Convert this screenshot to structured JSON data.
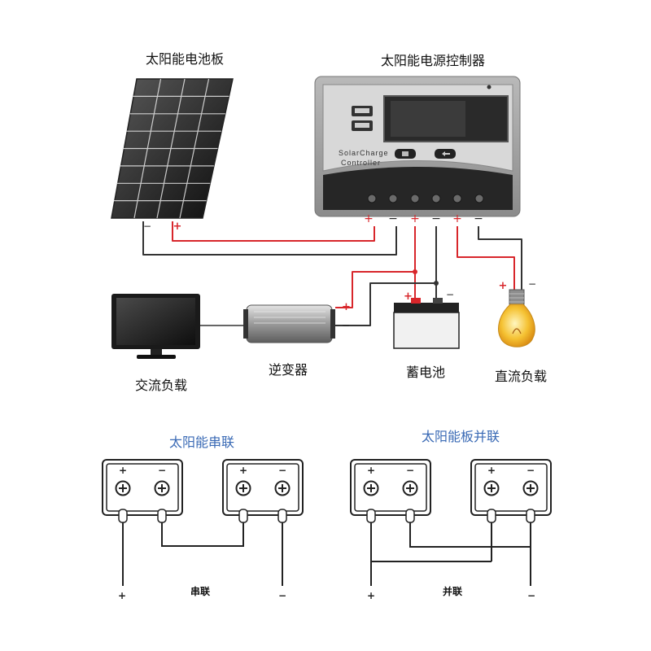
{
  "labels": {
    "solar_panel": "太阳能电池板",
    "controller": "太阳能电源控制器",
    "ac_load": "交流负载",
    "inverter": "逆变器",
    "battery": "蓄电池",
    "dc_load": "直流负载",
    "series_title": "太阳能串联",
    "parallel_title": "太阳能板并联",
    "series_caption": "串联",
    "parallel_caption": "并联"
  },
  "controller_face": {
    "brand_line1": "SolarCharge",
    "brand_line2": "Controller"
  },
  "signs": {
    "plus": "+",
    "minus": "−"
  },
  "colors": {
    "positive_wire": "#d8262b",
    "negative_wire": "#333333",
    "accent_blue": "#3a6ab5"
  }
}
